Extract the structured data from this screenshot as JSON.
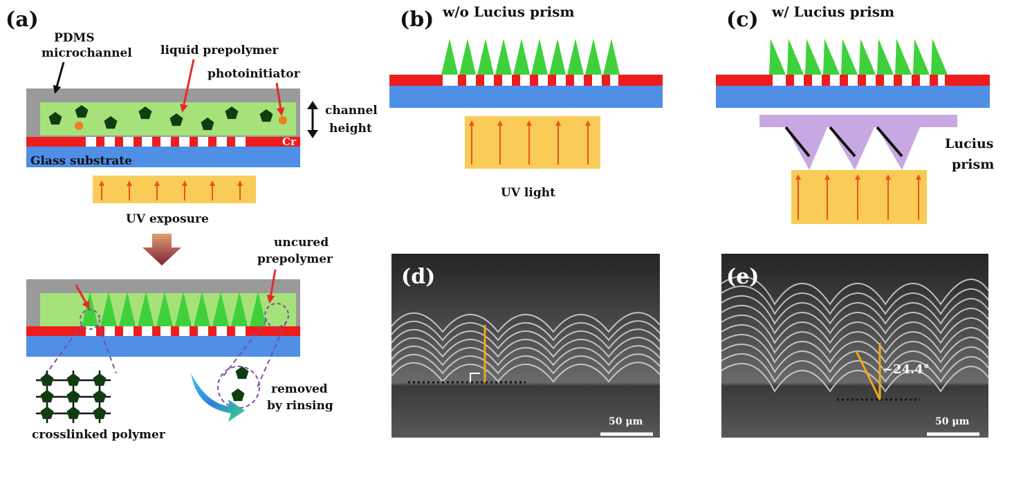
{
  "panels": {
    "a": "(a)",
    "b": "(b)",
    "c": "(c)",
    "d": "(d)",
    "e": "(e)"
  },
  "titles": {
    "b": "w/o Lucius prism",
    "c": "w/ Lucius prism"
  },
  "labels": {
    "pdms_line1": "PDMS",
    "pdms_line2": "microchannel",
    "liquid_prepolymer": "liquid  prepolymer",
    "photoinitiator": "photoinitiator",
    "channel_height_line1": "channel",
    "channel_height_line2": "height",
    "cr": "Cr",
    "glass_substrate": "Glass substrate",
    "uv_exposure": "UV exposure",
    "uncured_line1": "uncured",
    "uncured_line2": "prepolymer",
    "crosslinked_polymer": "crosslinked  polymer",
    "removed_line1": "removed",
    "removed_line2": "by rinsing",
    "uv_light": "UV light",
    "lucius_line1": "Lucius",
    "lucius_line2": "prism",
    "scale_d": "50 μm",
    "scale_e": "50 μm",
    "angle_e": "~24.4°"
  },
  "colors": {
    "pdms": "#9a9a9a",
    "prepolymer": "#a6e27a",
    "cured_polymer": "#3fd13b",
    "monomer": "#0f3d10",
    "photoinitiator": "#f07d1e",
    "chrome": "#ee1c1c",
    "glass": "#4f8fe6",
    "uv_box": "#f9cc58",
    "uv_arrow": "#e8541c",
    "pointer_arrow": "#e52a2a",
    "prism": "#c8a8e2",
    "sem_marker": "#f0a818",
    "process_arrow": "#8a2a3a"
  }
}
